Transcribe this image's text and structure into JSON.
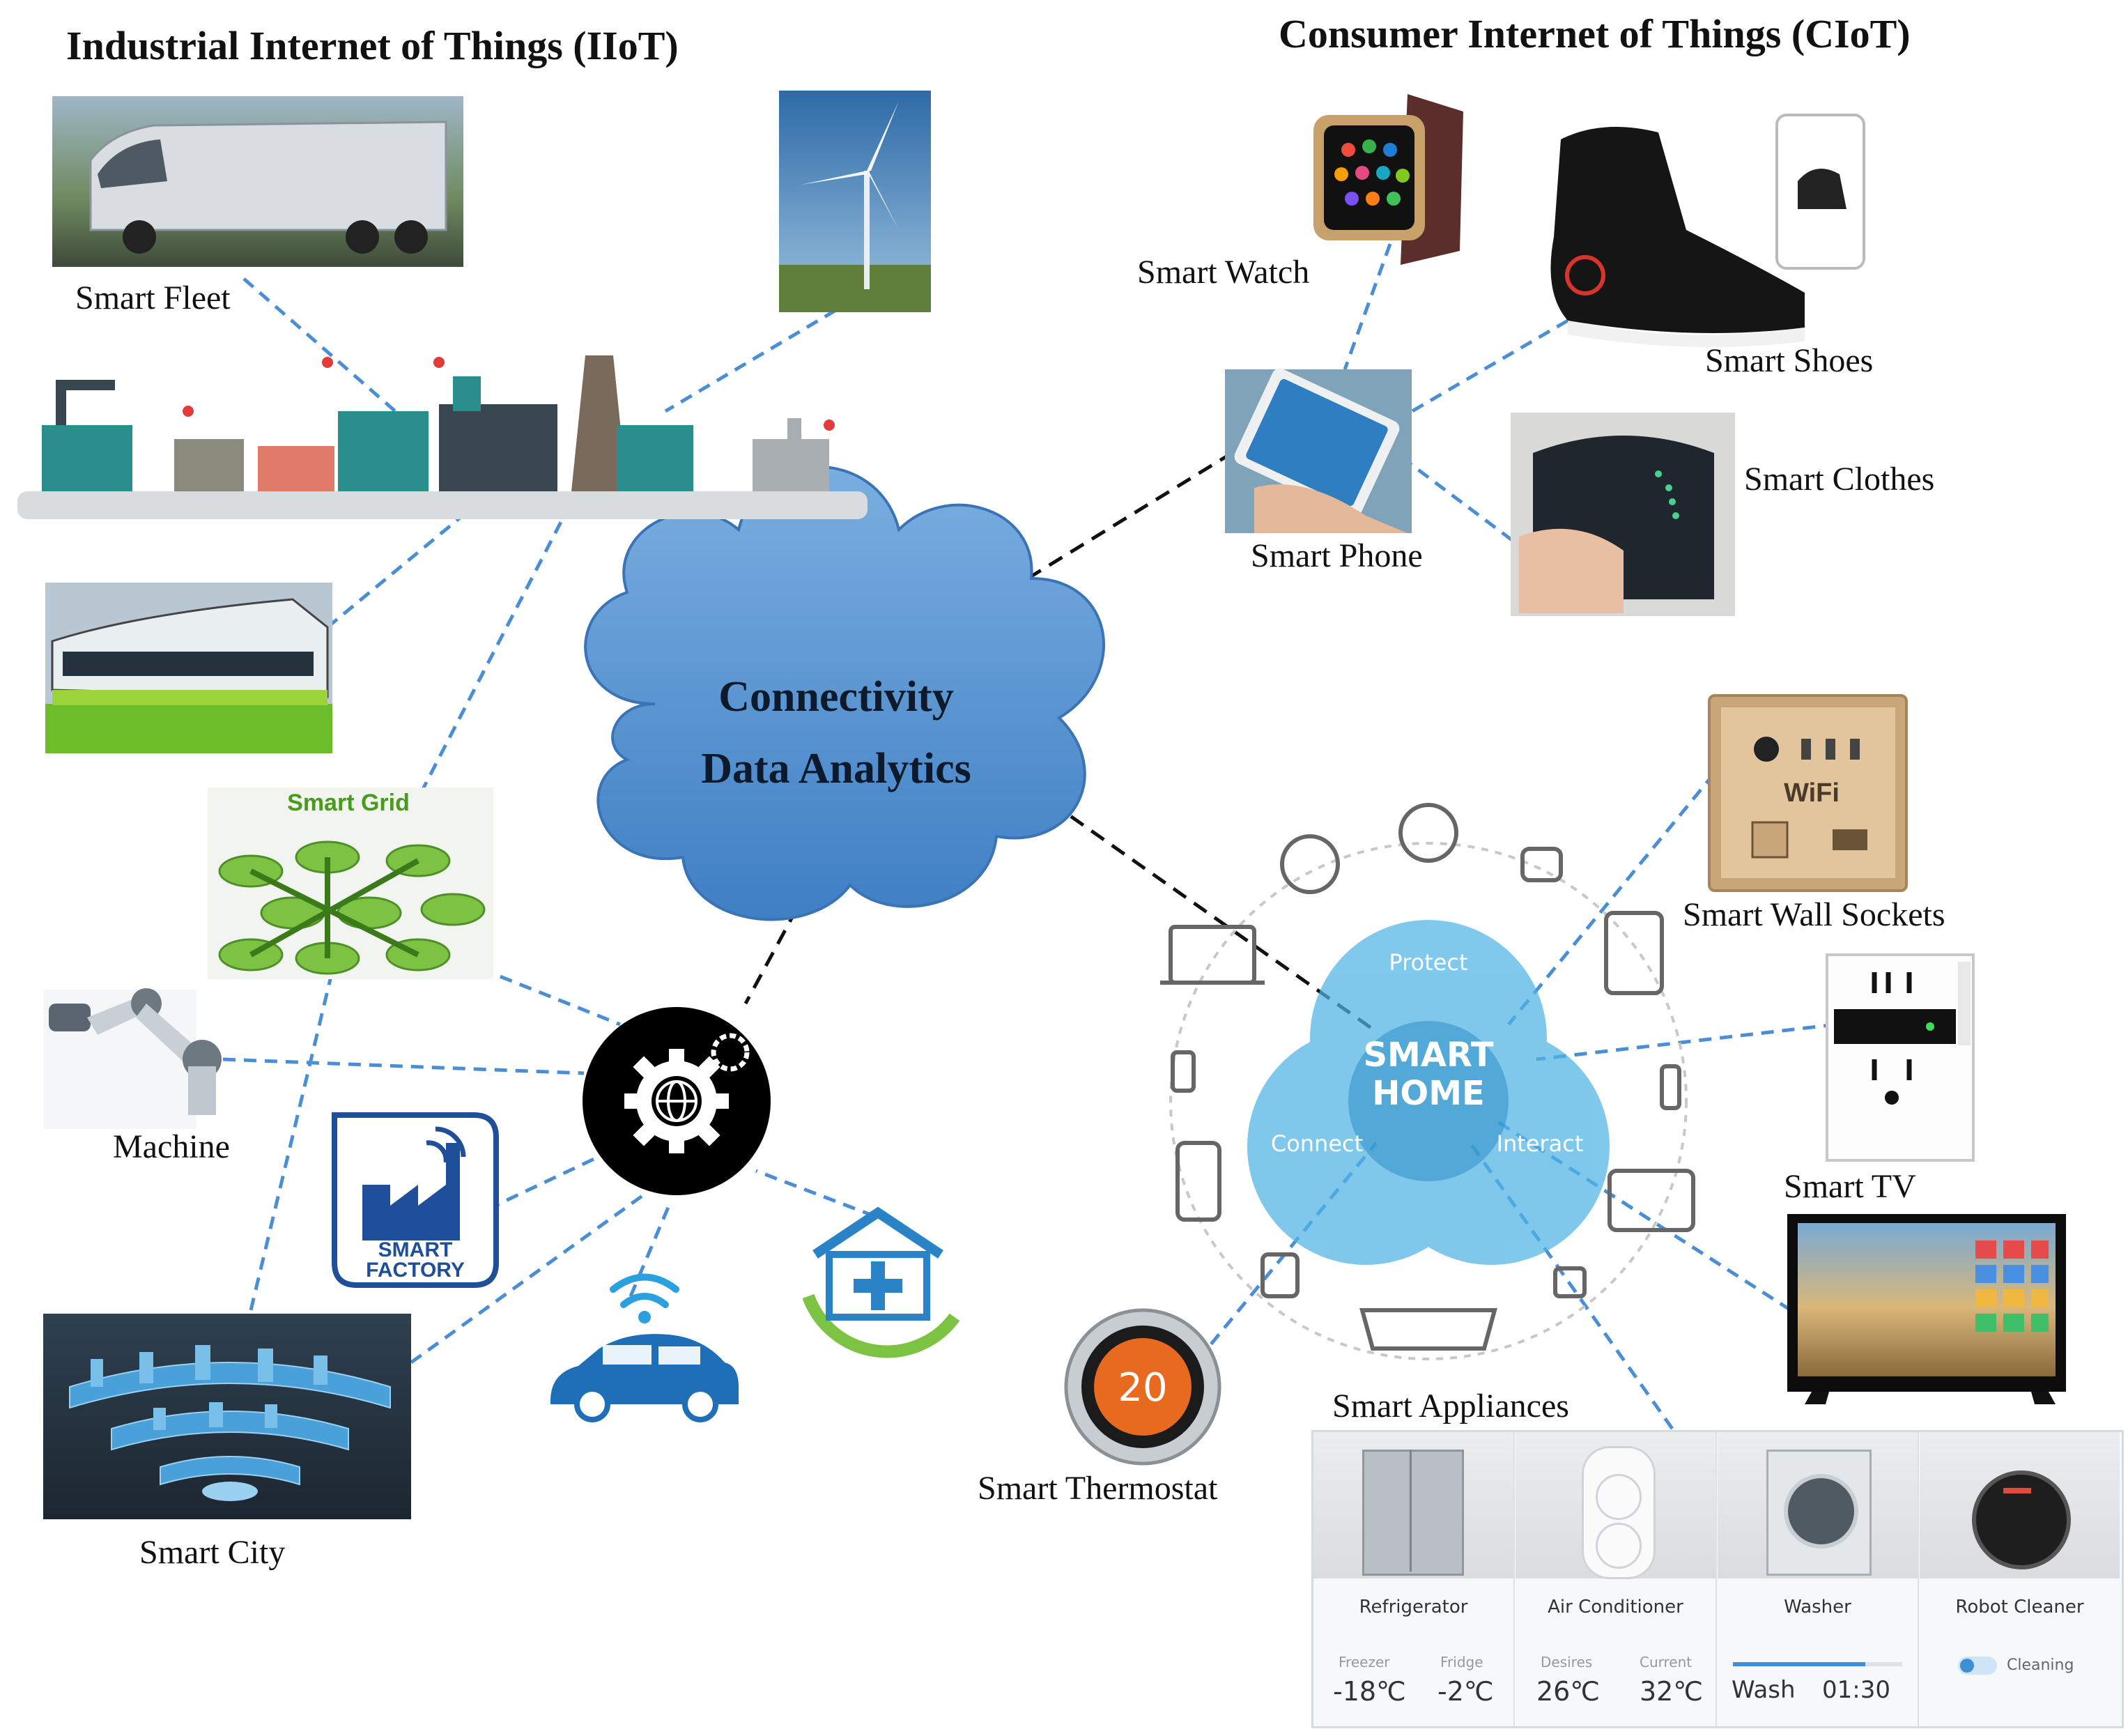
{
  "headers": {
    "iiot": "Industrial Internet of Things (IIoT)",
    "ciot": "Consumer Internet of Things (CIoT)"
  },
  "cloud": {
    "line1": "Connectivity",
    "line2": "Data Analytics"
  },
  "iiot_labels": {
    "smart_fleet": "Smart Fleet",
    "smart_grid": "Smart Grid",
    "machine": "Machine",
    "smart_factory_line1": "SMART",
    "smart_factory_line2": "FACTORY",
    "smart_city": "Smart City"
  },
  "ciot_labels": {
    "smart_watch": "Smart Watch",
    "smart_shoes": "Smart Shoes",
    "smart_phone": "Smart Phone",
    "smart_clothes": "Smart Clothes",
    "smart_wall_sockets": "Smart Wall Sockets",
    "wifi": "WiFi",
    "smart_tv": "Smart TV",
    "smart_appliances": "Smart Appliances",
    "smart_thermostat": "Smart Thermostat",
    "thermostat_value": "20"
  },
  "smart_home": {
    "title_line1": "SMART",
    "title_line2": "HOME",
    "protect": "Protect",
    "connect": "Connect",
    "interact": "Interact"
  },
  "appliances": [
    {
      "name": "Refrigerator",
      "left_label": "Freezer",
      "left_value": "-18℃",
      "right_label": "Fridge",
      "right_value": "-2℃"
    },
    {
      "name": "Air Conditioner",
      "left_label": "Desires",
      "left_value": "26℃",
      "right_label": "Current",
      "right_value": "32℃"
    },
    {
      "name": "Washer",
      "left_value": "Wash",
      "right_value": "01:30"
    },
    {
      "name": "Robot Cleaner",
      "status": "Cleaning"
    }
  ],
  "colors": {
    "cloud": "#4f8fd0",
    "connector_dash": "#4a8fd6",
    "connector_black": "#111111",
    "smart_home_circle": "#4fb4e6"
  }
}
